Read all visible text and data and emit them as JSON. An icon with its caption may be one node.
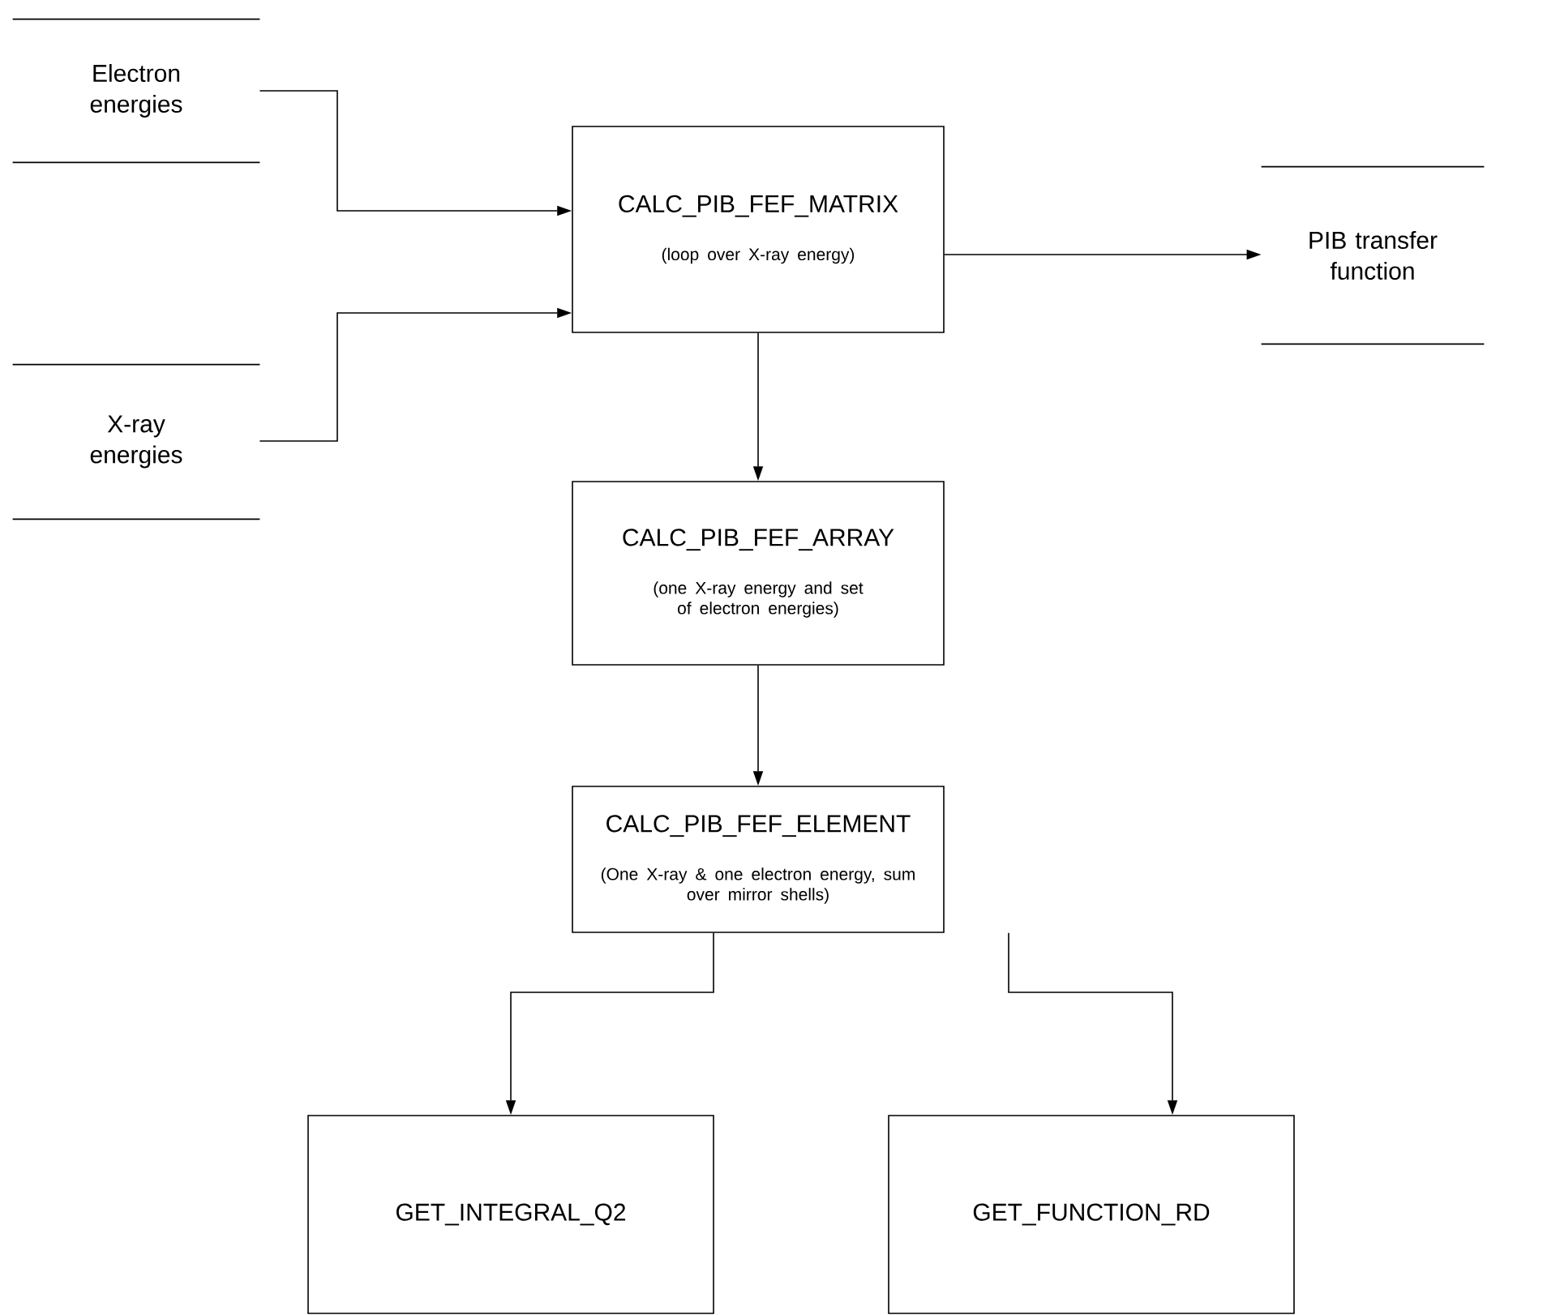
{
  "diagram": {
    "nodes": [
      {
        "text": [
          "Electron energies"
        ]
      },
      {
        "text": [
          "X-ray energies"
        ]
      },
      {
        "text": [
          "CALC_PIB_FEF_MATRIX",
          "(loop over X-ray energy)"
        ]
      },
      {
        "text": [
          "PIB transfer function"
        ]
      },
      {
        "text": [
          "CALC_PIB_FEF_ARRAY",
          "(one X-ray energy and set of electron energies)"
        ]
      },
      {
        "text": [
          "CALC_PIB_FEF_ELEMENT",
          "(One X-ray & one electron energy, sum over mirror shells)"
        ]
      },
      {
        "text": [
          "GET_INTEGRAL_Q2"
        ]
      },
      {
        "text": [
          "GET_FUNCTION_RD"
        ]
      }
    ],
    "edges": [
      {
        "from": 0,
        "to": 2,
        "arrow": "to"
      },
      {
        "from": 1,
        "to": 2,
        "arrow": "to"
      },
      {
        "from": 2,
        "to": 3,
        "arrow": "to"
      },
      {
        "from": 2,
        "to": 4,
        "arrow": "to"
      },
      {
        "from": 4,
        "to": 5,
        "arrow": "to"
      },
      {
        "from": 5,
        "to": 6,
        "arrow": "to"
      },
      {
        "from": 5,
        "to": 7,
        "arrow": "to"
      }
    ]
  }
}
